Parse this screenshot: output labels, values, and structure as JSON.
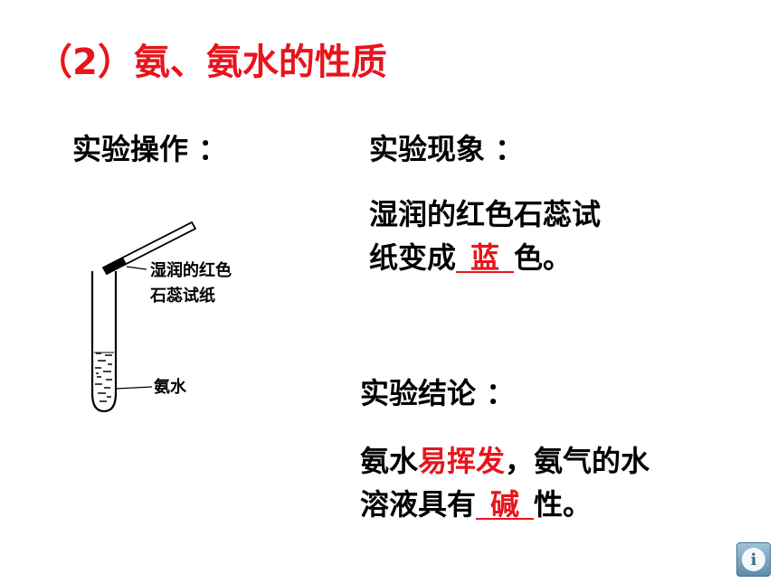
{
  "title": "（2）氨、氨水的性质",
  "operation": {
    "label": "实验操作 ："
  },
  "apparatus": {
    "paper_label_line1": "湿润的红色",
    "paper_label_line2": "石蕊试纸",
    "liquid_label": "氨水"
  },
  "phenomenon": {
    "label": "实验现象 ：",
    "line1": "湿润的红色石蕊试",
    "line2_prefix": "纸变成",
    "answer": "蓝",
    "line2_suffix": "色。"
  },
  "conclusion": {
    "label": "实验结论 ：",
    "line1_prefix": "氨水",
    "highlight": "易挥发",
    "line1_suffix": "，氨气的水",
    "line2_prefix": "溶液具有",
    "answer": "碱",
    "line2_suffix": "性。"
  },
  "info_button": {
    "icon": "info-icon",
    "symbol": "i"
  }
}
